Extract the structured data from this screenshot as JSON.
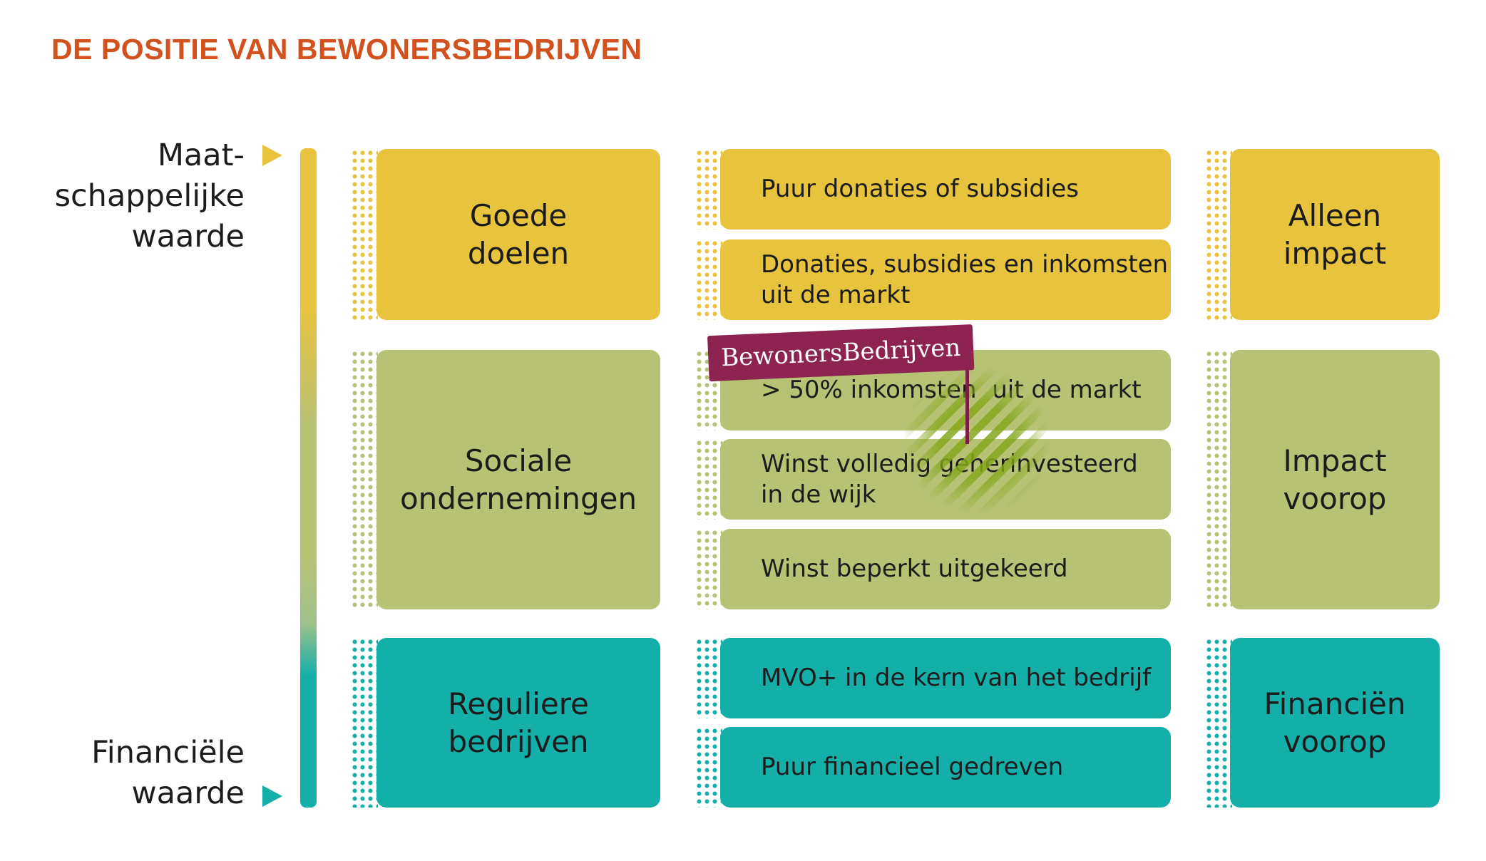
{
  "title": "DE POSITIE VAN BEWONERSBEDRIJVEN",
  "axis": {
    "top_label": "Maat-\nschappelijke\nwaarde",
    "bottom_label": "Financiële\nwaarde"
  },
  "colors": {
    "title": "#d2511d",
    "yellow": "#e8c33e",
    "green": "#b8c275",
    "teal": "#14afa8",
    "flag": "#8c2350"
  },
  "categories": [
    {
      "label": "Goede\ndoelen",
      "color": "yellow"
    },
    {
      "label": "Sociale\nondernemingen",
      "color": "green"
    },
    {
      "label": "Reguliere\nbedrijven",
      "color": "teal"
    }
  ],
  "funding": [
    {
      "label": "Puur donaties of subsidies",
      "color": "yellow"
    },
    {
      "label": "Donaties, subsidies en inkomsten\nuit de markt",
      "color": "yellow"
    },
    {
      "label": "> 50% inkomsten  uit de markt",
      "color": "green"
    },
    {
      "label": "Winst volledig geherinvesteerd\nin de wijk",
      "color": "green"
    },
    {
      "label": "Winst beperkt uitgekeerd",
      "color": "green"
    },
    {
      "label": "MVO+ in de kern van het bedrijf",
      "color": "teal"
    },
    {
      "label": "Puur financieel gedreven",
      "color": "teal"
    }
  ],
  "focus": [
    {
      "label": "Alleen\nimpact",
      "color": "yellow"
    },
    {
      "label": "Impact\nvoorop",
      "color": "green"
    },
    {
      "label": "Financiën\nvoorop",
      "color": "teal"
    }
  ],
  "flag": {
    "label": "BewonersBedrijven",
    "icon": "flag-icon"
  }
}
